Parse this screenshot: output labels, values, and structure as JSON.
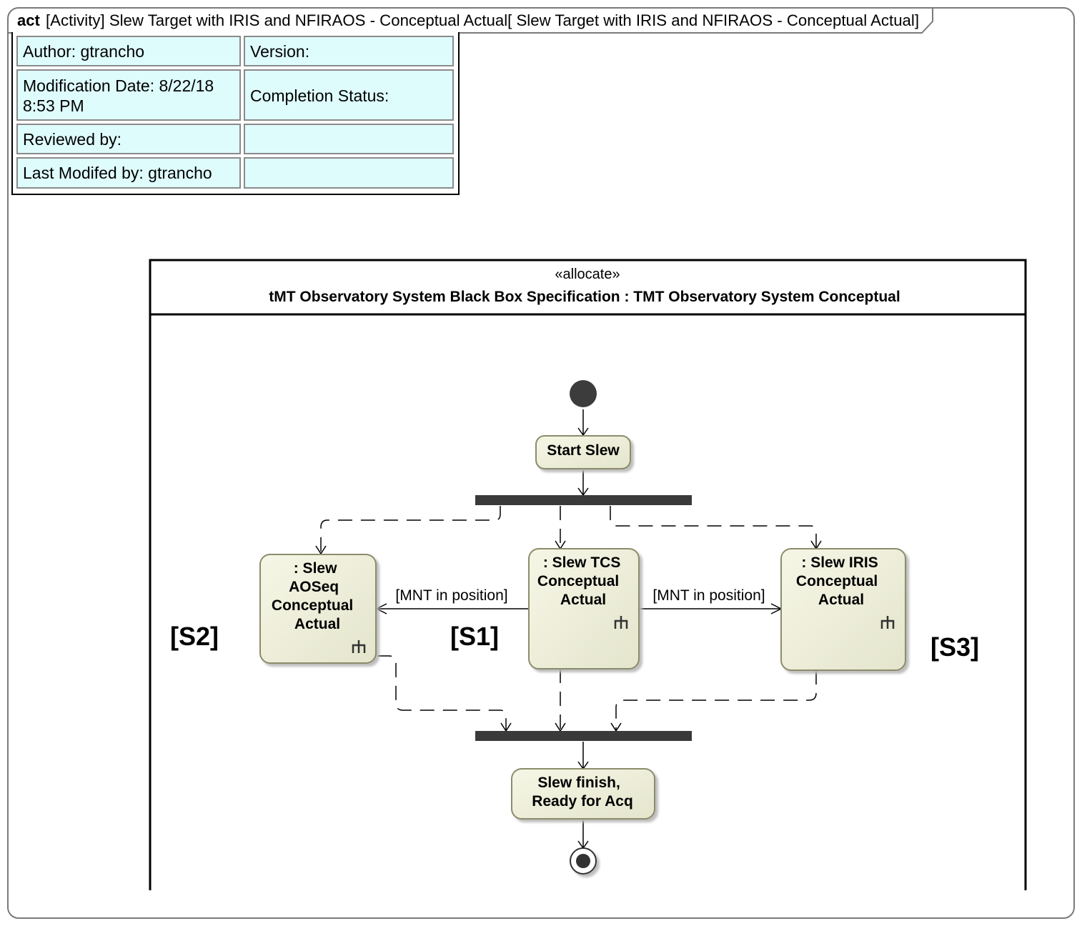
{
  "frame": {
    "kind": "act",
    "title": "[Activity] Slew Target with IRIS and NFIRAOS - Conceptual Actual[ Slew Target with IRIS and NFIRAOS - Conceptual Actual]"
  },
  "info_table": {
    "author": "Author: gtrancho",
    "version": "Version:",
    "modification_date": "Modification Date: 8/22/18 8:53 PM",
    "completion_status": "Completion Status:",
    "reviewed_by": "Reviewed by:",
    "reviewed_value": "",
    "last_modified_by": "Last Modifed by: gtrancho",
    "last_modified_value": ""
  },
  "partition": {
    "stereotype": "«allocate»",
    "name": "tMT Observatory System Black Box Specification : TMT Observatory System Conceptual"
  },
  "nodes": {
    "start_slew": "Start Slew",
    "slew_aoseq": [
      ": Slew",
      "AOSeq",
      "Conceptual",
      "Actual"
    ],
    "slew_tcs": [
      ": Slew TCS",
      "Conceptual",
      "Actual"
    ],
    "slew_iris": [
      ": Slew IRIS",
      "Conceptual",
      "Actual"
    ],
    "slew_finish": [
      "Slew finish,",
      "Ready for Acq"
    ]
  },
  "guards": {
    "left": "[MNT in position]",
    "right": "[MNT in position]"
  },
  "labels": {
    "s1": "[S1]",
    "s2": "[S2]",
    "s3": "[S3]"
  },
  "colors": {
    "action_fill": "#ecedd8",
    "action_border": "#8c8c6c",
    "table_fill": "#dffcfd",
    "bar": "#3a3a3a",
    "initial_node": "#3c3c3c"
  }
}
